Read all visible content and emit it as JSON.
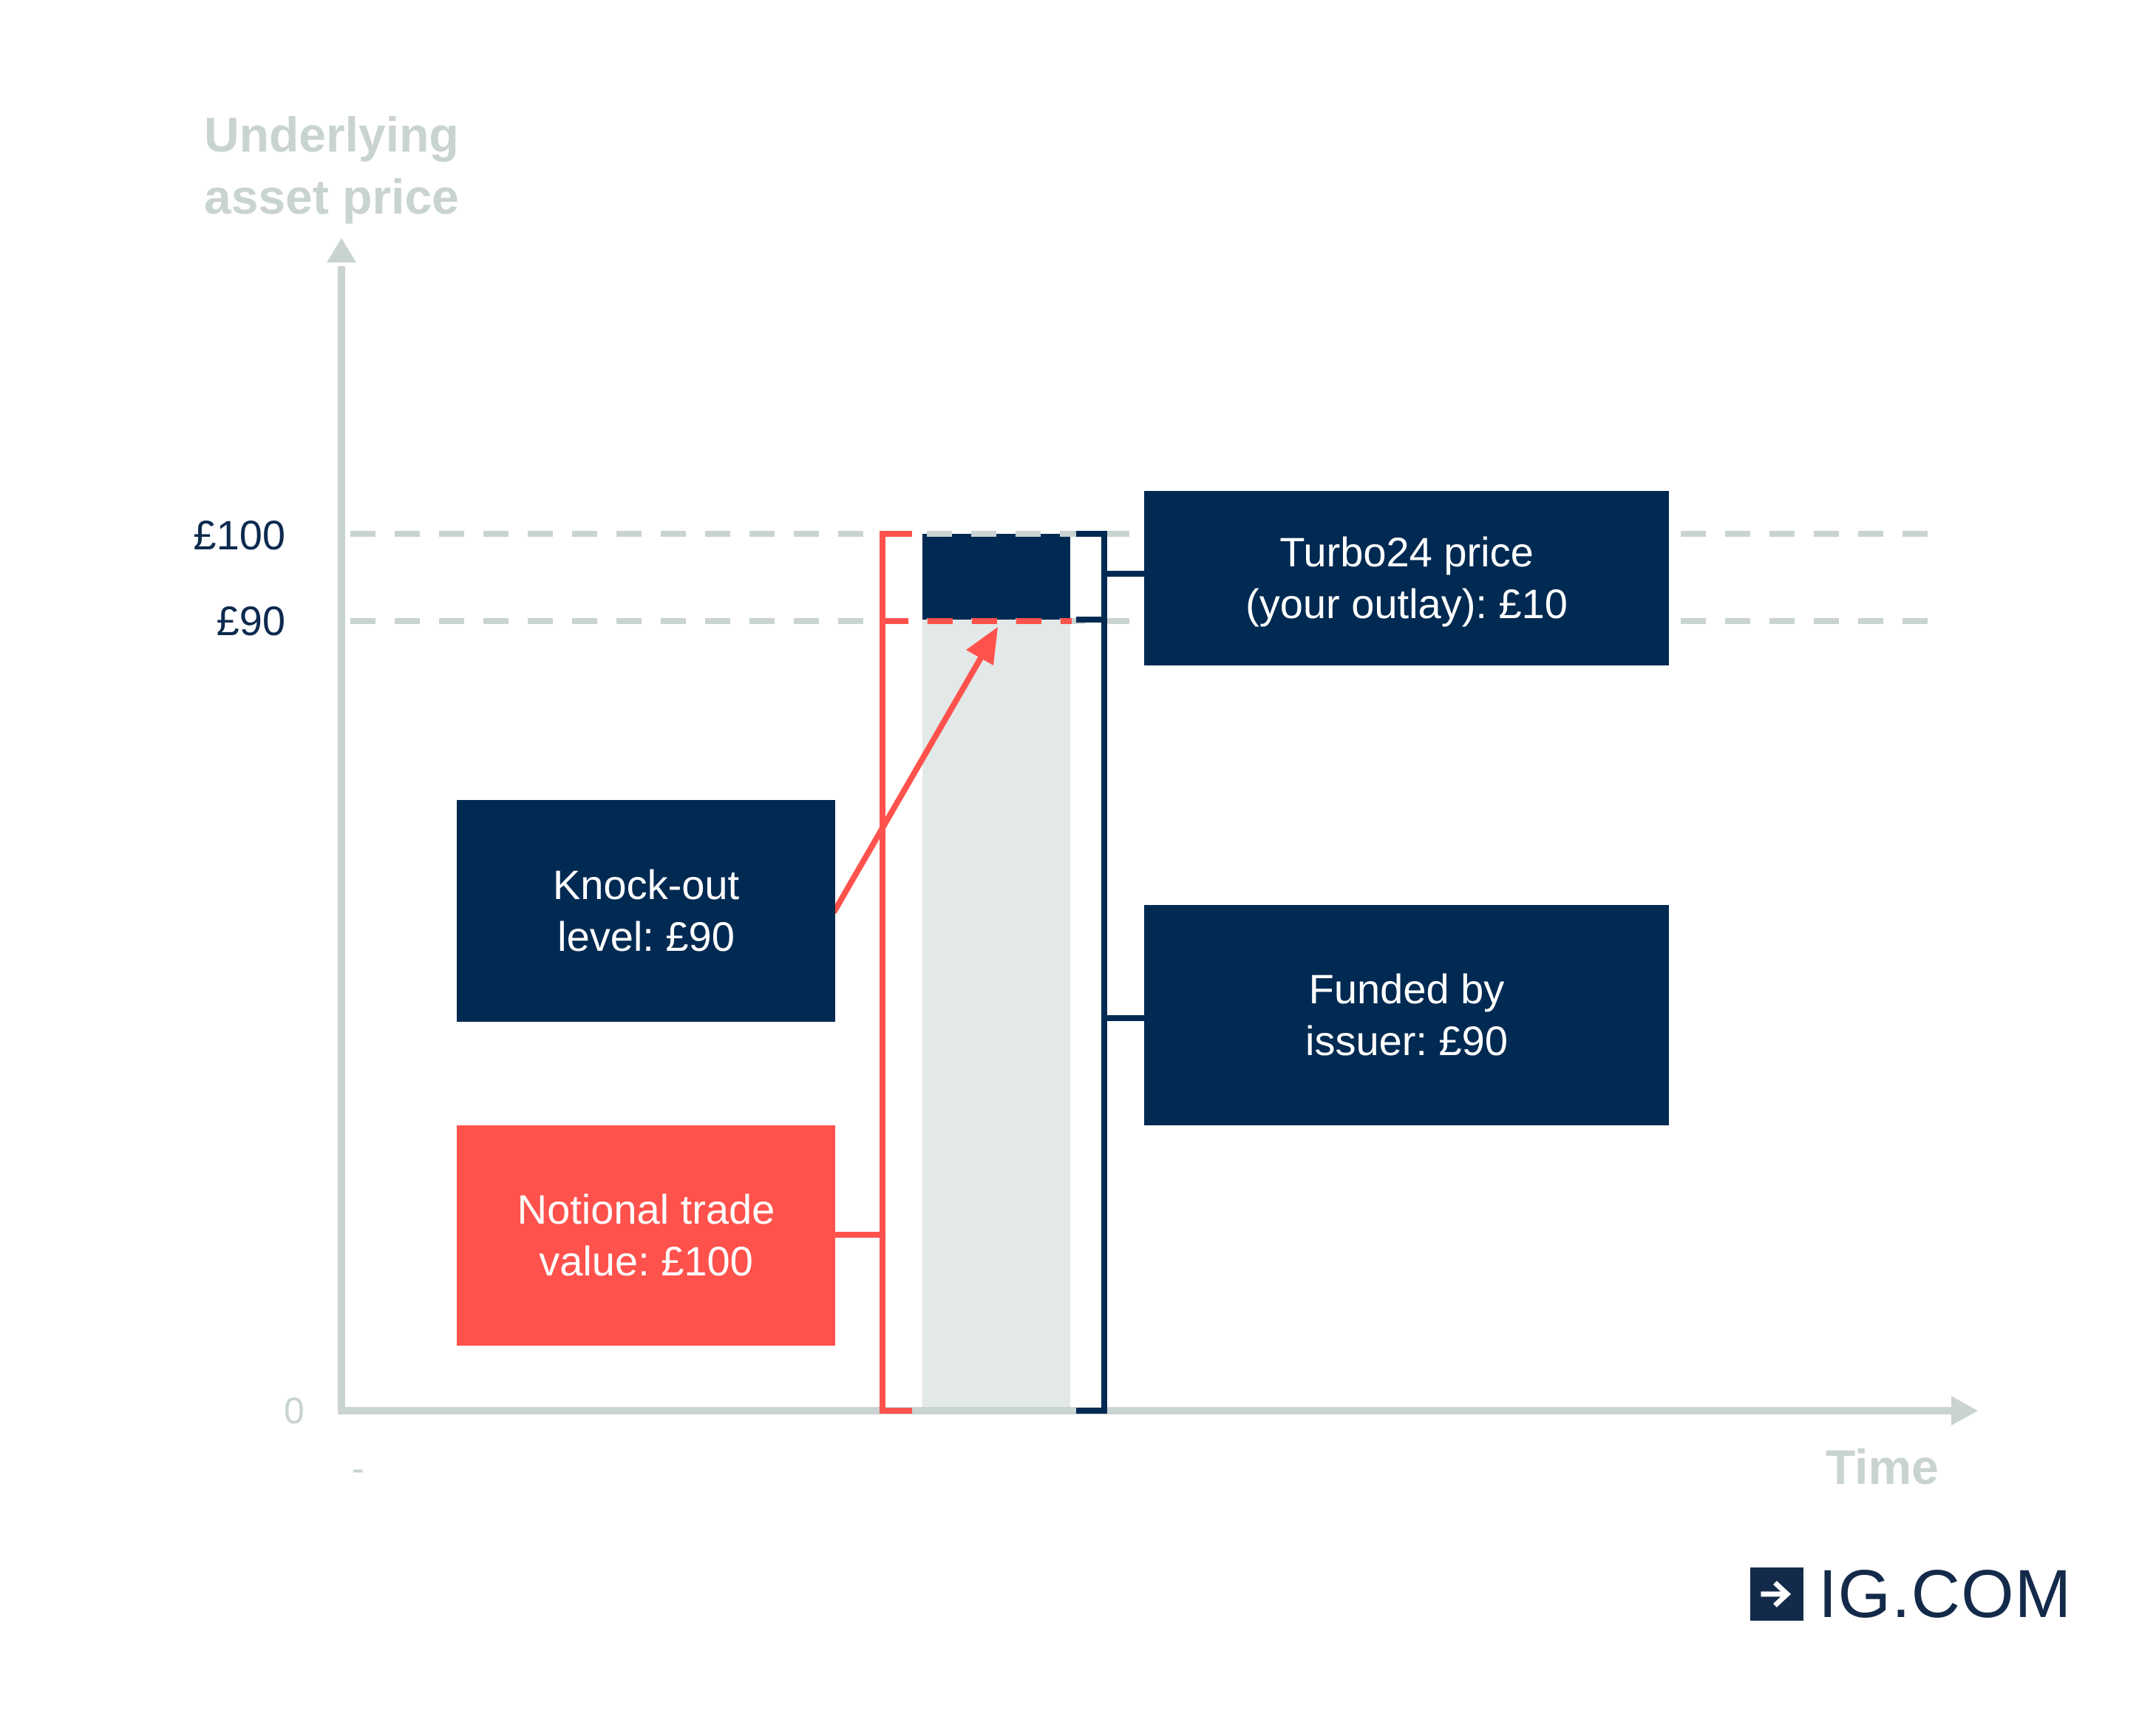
{
  "axes": {
    "y_title_line1": "Underlying",
    "y_title_line2": "asset price",
    "x_title": "Time",
    "x_start": "-",
    "ticks": {
      "top": "£100",
      "mid": "£90",
      "zero": "0"
    }
  },
  "boxes": {
    "turbo_line1": "Turbo24 price",
    "turbo_line2": "(your outlay): £10",
    "funded_line1": "Funded by",
    "funded_line2": "issuer: £90",
    "knockout_line1": "Knock-out",
    "knockout_line2": "level: £90",
    "notional_line1": "Notional trade",
    "notional_line2": "value: £100"
  },
  "logo": {
    "text": "IG.COM",
    "icon": "arrow-right-icon"
  },
  "colors": {
    "navy": "#012a52",
    "red": "#ff524c",
    "axis_grey": "#c9d3d2",
    "bar_grey": "#e3e8e8"
  }
}
